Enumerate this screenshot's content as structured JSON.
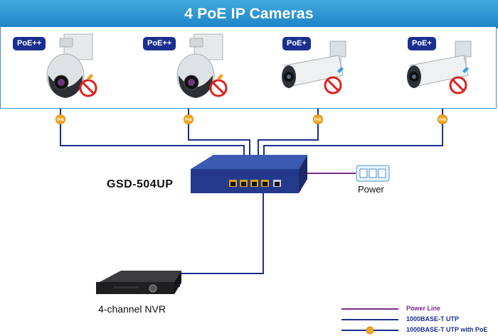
{
  "header": {
    "title": "4 PoE IP Cameras"
  },
  "cameras": [
    {
      "badge": "PoE++",
      "icon": "ptz-dome-camera-icon"
    },
    {
      "badge": "PoE++",
      "icon": "ptz-dome-camera-icon"
    },
    {
      "badge": "PoE+",
      "icon": "bullet-camera-icon"
    },
    {
      "badge": "PoE+",
      "icon": "bullet-camera-icon"
    }
  ],
  "poe_marker": "PoE",
  "switch": {
    "model": "GSD-504UP"
  },
  "power": {
    "label": "Power"
  },
  "nvr": {
    "label": "4-channel NVR"
  },
  "legend": [
    {
      "label": "Power Line",
      "color": "#7a2a8c"
    },
    {
      "label": "1000BASE-T UTP",
      "color": "#1a2f8e"
    },
    {
      "label": "1000BASE-T UTP with PoE",
      "color": "#1a2f8e"
    }
  ],
  "colors": {
    "banner": "#2b94d2",
    "poe_marker": "#f5a623",
    "utp": "#1a2f8e",
    "power_line": "#7a2a8c"
  }
}
